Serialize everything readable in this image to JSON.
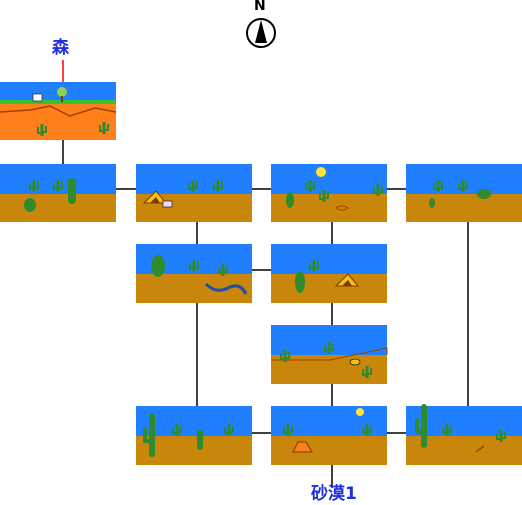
{
  "map": {
    "compass_letter": "N",
    "exit_north_label": "森",
    "exit_south_label": "砂漠1",
    "colors": {
      "sky": "#1f7fff",
      "sand": "#c8860a",
      "cactus": "#2e8b2e",
      "link": "#000000",
      "exit_link": "#ff0000",
      "label": "#1f2fe0",
      "canyon": "#ff7f1a",
      "grass": "#35c035"
    }
  }
}
